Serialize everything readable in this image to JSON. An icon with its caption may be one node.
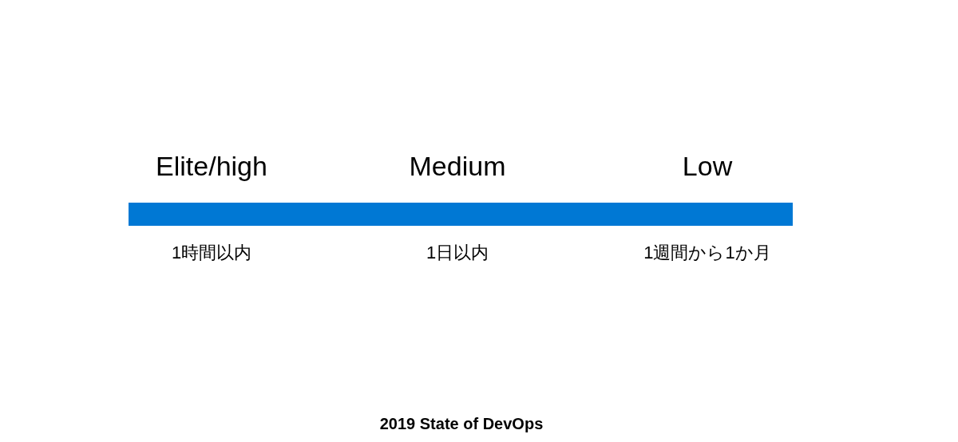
{
  "diagram": {
    "caption": "2019 State of DevOps",
    "nodes": [
      {
        "text": [],
        "shape": "bar"
      }
    ],
    "labels": [
      "Elite/high",
      "Medium",
      "Low",
      "1時間以内",
      "1日以内",
      "1週間から1か月"
    ]
  }
}
